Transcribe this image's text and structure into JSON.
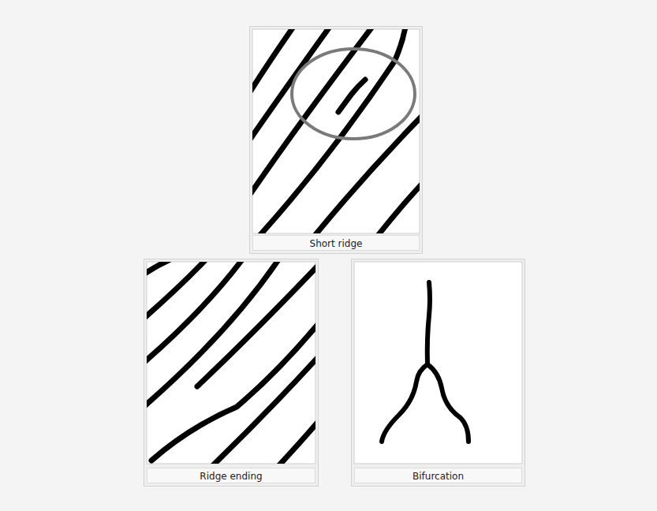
{
  "diagram": {
    "nodes": [
      {
        "text": [
          "Short ridge"
        ]
      },
      {
        "text": [
          "Ridge ending"
        ]
      },
      {
        "text": [
          "Bifurcation"
        ]
      }
    ]
  }
}
